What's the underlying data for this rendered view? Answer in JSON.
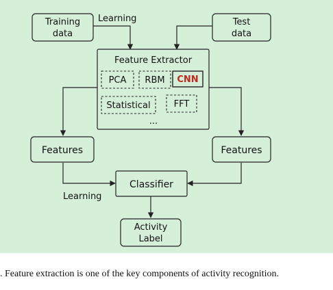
{
  "diagram": {
    "nodes": {
      "training_data": [
        "Training",
        "data"
      ],
      "test_data": [
        "Test",
        "data"
      ],
      "feature_extractor": "Feature Extractor",
      "pca": "PCA",
      "rbm": "RBM",
      "cnn": "CNN",
      "statistical": "Statistical",
      "fft": "FFT",
      "more": "...",
      "features_left": "Features",
      "features_right": "Features",
      "classifier": "Classifier",
      "activity_label": [
        "Activity",
        "Label"
      ]
    },
    "edge_labels": {
      "learning_top": "Learning",
      "learning_bottom": "Learning"
    },
    "colors": {
      "background": "#d6efd9",
      "cnn_text": "#c0281e"
    }
  },
  "caption": ".   Feature extraction is one of the key components of activity recognition."
}
